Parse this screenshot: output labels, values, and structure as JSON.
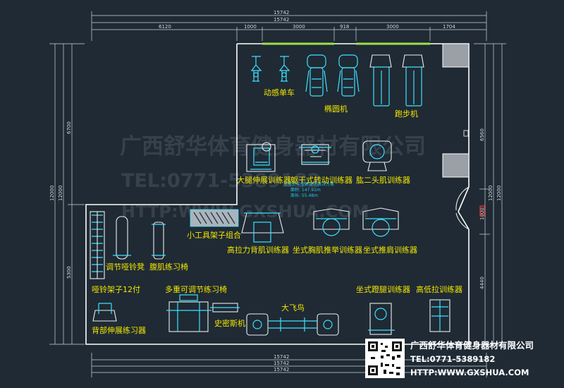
{
  "dimensions": {
    "top_total_1": "15742",
    "top_total_2": "15742",
    "top_segments": [
      "6120",
      "1000",
      "3000",
      "918",
      "3000",
      "1704"
    ],
    "bottom_totals": [
      "15742",
      "15742",
      "15742"
    ],
    "left_outer": "12000",
    "left_inner": "12000",
    "left_top": "6700",
    "left_bottom": "5300",
    "right_top": "6560",
    "right_outer": "12000",
    "right_inner": "12000",
    "right_mid": "1000",
    "right_bottom": "4440"
  },
  "labels": {
    "spin_bike": "动感单车",
    "elliptical": "椭圆机",
    "treadmill": "跑步机",
    "leg_extension": "大腿伸展训练器",
    "torso_rotation": "躯干式转动训练器",
    "biceps": "肱二头肌训练器",
    "area_note_1": "本体型中型健身房解决方案",
    "area_note_2": "面积: 147.91m",
    "area_note_3": "周长: 55.48m",
    "small_tool_rack": "小工具架子组合",
    "lat_pulldown": "高拉力背肌训练器",
    "chest_press": "坐式胸肌推举训练器",
    "shoulder_press": "坐式推肩训练器",
    "dumbbell_bench": "调节哑铃凳",
    "ab_bench": "腹肌练习椅",
    "dumbbell_rack": "哑铃架子12付",
    "multi_bench": "多重可调节练习椅",
    "smith": "史密斯机",
    "cable_crossover": "大飞鸟",
    "seated_leg_curl": "坐式蹬腿训练器",
    "high_low_pull": "高低拉训练器",
    "back_extension": "背部伸展练习器"
  },
  "watermark": {
    "company": "广西舒华体育健身器材有限公司",
    "tel": "TEL:0771-5389182",
    "url": "HTTP:WWW.GXSHUA.COM"
  },
  "footer": {
    "company": "广西舒华体育健身器材有限公司",
    "tel": "TEL:0771-5389182",
    "url": "HTTP:WWW.GXSHUA.COM"
  },
  "colors": {
    "background": "#1f2a34",
    "label": "#f2e600",
    "equipment": "#3ee0ff",
    "wall": "#ffffff",
    "window": "#9ee04a"
  }
}
